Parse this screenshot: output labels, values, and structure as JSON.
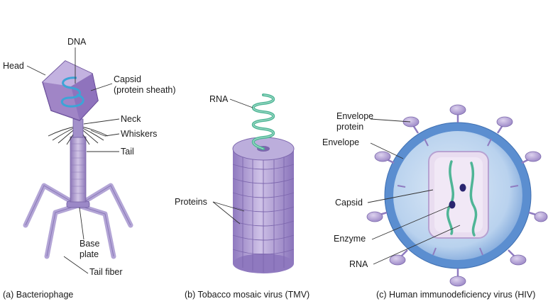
{
  "panels": {
    "bacteriophage": {
      "caption": "(a) Bacteriophage",
      "labels": {
        "dna": "DNA",
        "head": "Head",
        "capsid_line1": "Capsid",
        "capsid_line2": "(protein sheath)",
        "neck": "Neck",
        "whiskers": "Whiskers",
        "tail": "Tail",
        "base_plate_line1": "Base",
        "base_plate_line2": "plate",
        "tail_fiber": "Tail fiber"
      }
    },
    "tmv": {
      "caption": "(b) Tobacco mosaic virus (TMV)",
      "labels": {
        "rna": "RNA",
        "proteins": "Proteins"
      }
    },
    "hiv": {
      "caption": "(c) Human immunodeficiency virus (HIV)",
      "labels": {
        "envelope_protein_line1": "Envelope",
        "envelope_protein_line2": "protein",
        "envelope": "Envelope",
        "capsid": "Capsid",
        "enzyme": "Enzyme",
        "rna": "RNA"
      }
    }
  },
  "colors": {
    "phage_purple": "#a58bc9",
    "phage_dark": "#6b4a93",
    "dna_blue": "#3da4d6",
    "tmv_purple": "#a792cf",
    "rna_green": "#4fb596",
    "hiv_outer": "#5b8ed0",
    "hiv_inner": "#c8dcf0",
    "capsid_fill": "#e9ddf0"
  }
}
